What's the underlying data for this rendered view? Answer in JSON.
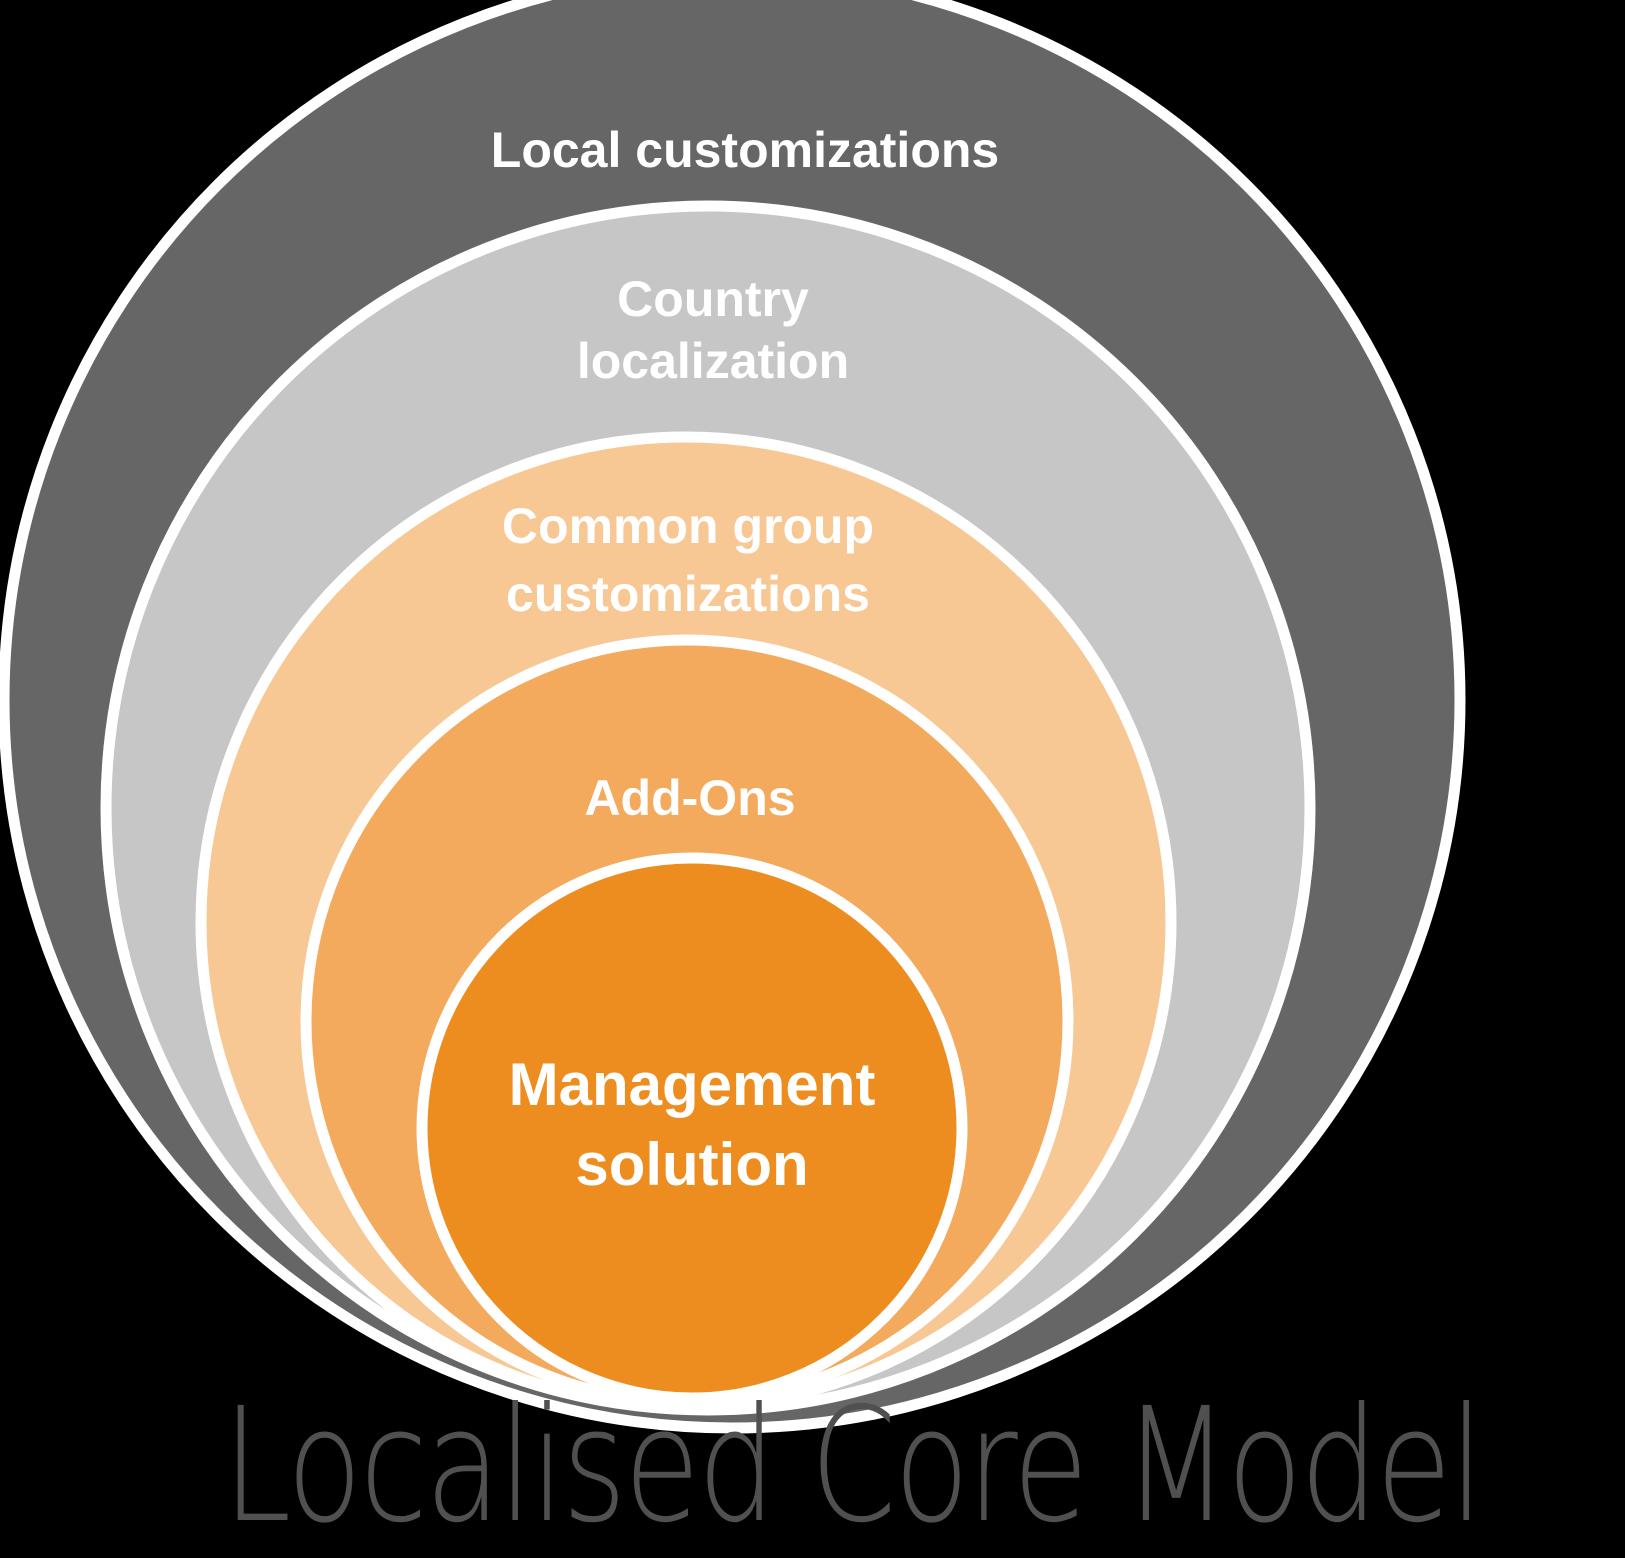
{
  "diagram": {
    "title": "Localised Core Model",
    "title_color": "#505050",
    "background_color": "#000000",
    "ring_stroke_color": "#ffffff",
    "layers": [
      {
        "label": "Local customizations",
        "lines": [
          "Local customizations"
        ],
        "color": "#666666"
      },
      {
        "label": "Country localization",
        "lines": [
          "Country",
          "localization"
        ],
        "color": "#c6c6c7"
      },
      {
        "label": "Common group customizations",
        "lines": [
          "Common group",
          "customizations"
        ],
        "color": "#f7c794"
      },
      {
        "label": "Add-Ons",
        "lines": [
          "Add-Ons"
        ],
        "color": "#f3aa5c"
      },
      {
        "label": "Management solution",
        "lines": [
          "Management",
          "solution"
        ],
        "color": "#ee8d1f"
      }
    ]
  }
}
